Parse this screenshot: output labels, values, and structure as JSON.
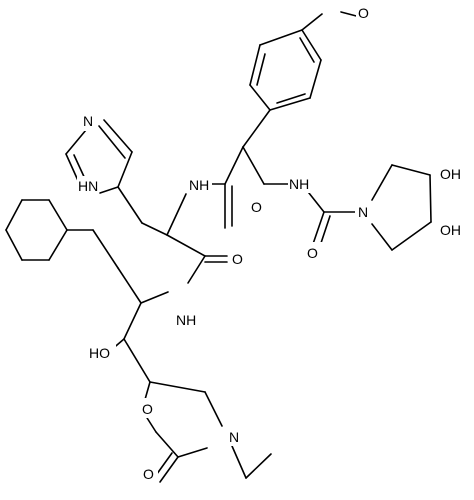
{
  "labels": {
    "o_methoxy": "O",
    "nh_top": "NH",
    "hn_imidazole": "N",
    "h_imidazole": "H",
    "nh_mid": "NH",
    "o_amide1": "O",
    "n_pyrrolidine": "N",
    "o_urea": "O",
    "oh_upper": "OH",
    "oh_lower": "OH",
    "nh_lower": "NH",
    "o_amide2": "O",
    "ho_left": "HO",
    "o_ring": "O",
    "n_ring": "N",
    "o_carbonyl": "O"
  }
}
